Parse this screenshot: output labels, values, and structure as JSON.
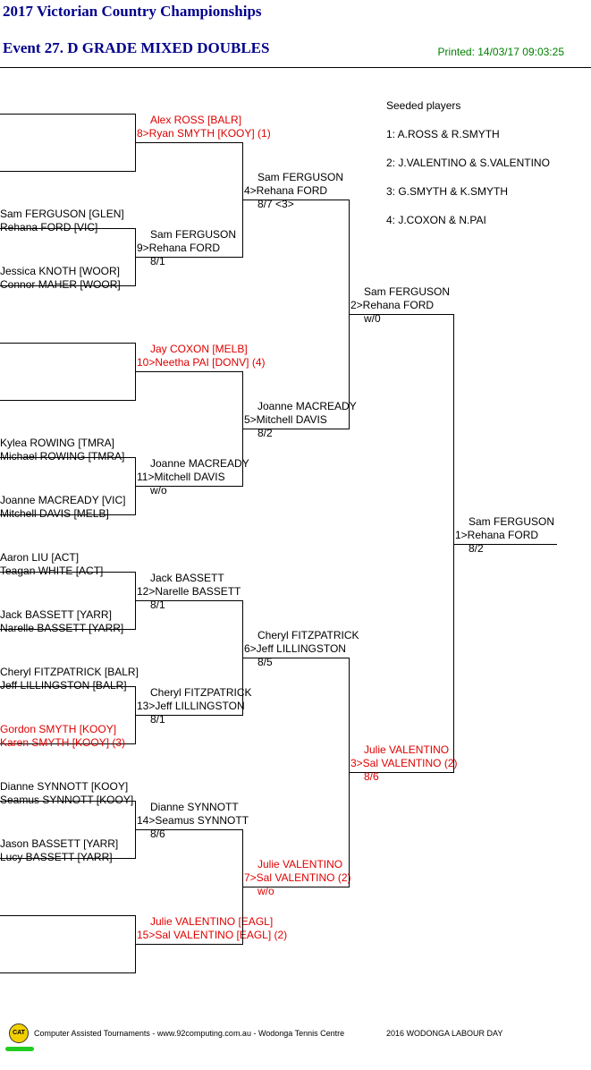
{
  "header": {
    "title": "2017 Victorian Country Championships",
    "event": "Event 27. D GRADE MIXED DOUBLES",
    "printed": "Printed: 14/03/17 09:03:25"
  },
  "seeded": {
    "heading": "Seeded players",
    "items": [
      "1: A.ROSS & R.SMYTH",
      "2: J.VALENTINO & S.VALENTINO",
      "3: G.SMYTH & K.SMYTH",
      "4: J.COXON & N.PAI"
    ]
  },
  "round1": [
    {
      "a": "",
      "b": ""
    },
    {
      "a": "Sam FERGUSON [GLEN]",
      "b": "Rehana FORD [VIC]"
    },
    {
      "a": "Jessica KNOTH [WOOR]",
      "b": "Connor MAHER [WOOR]"
    },
    {
      "a": "",
      "b": ""
    },
    {
      "a": "Kylea ROWING [TMRA]",
      "b": "Michael ROWING [TMRA]"
    },
    {
      "a": "Joanne MACREADY [VIC]",
      "b": "Mitchell DAVIS [MELB]"
    },
    {
      "a": "Aaron LIU [ACT]",
      "b": "Teagan WHITE [ACT]"
    },
    {
      "a": "Jack BASSETT [YARR]",
      "b": "Narelle BASSETT [YARR]"
    },
    {
      "a": "Cheryl FITZPATRICK [BALR]",
      "b": "Jeff LILLINGSTON [BALR]"
    },
    {
      "a": "Gordon SMYTH [KOOY]",
      "b": "Karen SMYTH [KOOY] (3)",
      "red": true
    },
    {
      "a": "Dianne SYNNOTT [KOOY]",
      "b": "Seamus SYNNOTT [KOOY]"
    },
    {
      "a": "Jason BASSETT [YARR]",
      "b": "Lucy BASSETT [YARR]"
    },
    {
      "a": "",
      "b": ""
    }
  ],
  "round2": [
    {
      "a": "Alex ROSS [BALR]",
      "b": "8>Ryan SMYTH [KOOY] (1)",
      "s": "",
      "red": true
    },
    {
      "a": "Sam FERGUSON",
      "b": "9>Rehana FORD",
      "s": "8/1"
    },
    {
      "a": "Jay COXON [MELB]",
      "b": "10>Neetha PAI [DONV] (4)",
      "s": "",
      "red": true
    },
    {
      "a": "Joanne MACREADY",
      "b": "11>Mitchell DAVIS",
      "s": "w/o"
    },
    {
      "a": "Jack BASSETT",
      "b": "12>Narelle BASSETT",
      "s": "8/1"
    },
    {
      "a": "Cheryl FITZPATRICK",
      "b": "13>Jeff LILLINGSTON",
      "s": "8/1"
    },
    {
      "a": "Dianne SYNNOTT",
      "b": "14>Seamus SYNNOTT",
      "s": "8/6"
    },
    {
      "a": "Julie VALENTINO [EAGL]",
      "b": "15>Sal VALENTINO [EAGL] (2)",
      "s": "",
      "red": true
    }
  ],
  "round3": [
    {
      "a": "Sam FERGUSON",
      "b": "4>Rehana FORD",
      "s": "8/7 <3>"
    },
    {
      "a": "Joanne MACREADY",
      "b": "5>Mitchell DAVIS",
      "s": "8/2"
    },
    {
      "a": "Cheryl FITZPATRICK",
      "b": "6>Jeff LILLINGSTON",
      "s": "8/5"
    },
    {
      "a": "Julie VALENTINO",
      "b": "7>Sal VALENTINO (2)",
      "s": "w/o",
      "red": true
    }
  ],
  "round4": [
    {
      "a": "Sam FERGUSON",
      "b": "2>Rehana FORD",
      "s": "w/0"
    },
    {
      "a": "Julie VALENTINO",
      "b": "3>Sal VALENTINO (2)",
      "s": "8/6",
      "red": true
    }
  ],
  "final": {
    "a": "Sam FERGUSON",
    "b": "1>Rehana FORD",
    "s": "8/2"
  },
  "footer": {
    "logo": "CAT",
    "credit": "Computer Assisted Tournaments - www.92computing.com.au -  Wodonga Tennis Centre",
    "tournament": "2016 WODONGA LABOUR DAY"
  },
  "colors": {
    "title": "#00008b",
    "seed": "#e00000",
    "printed": "#008000"
  }
}
